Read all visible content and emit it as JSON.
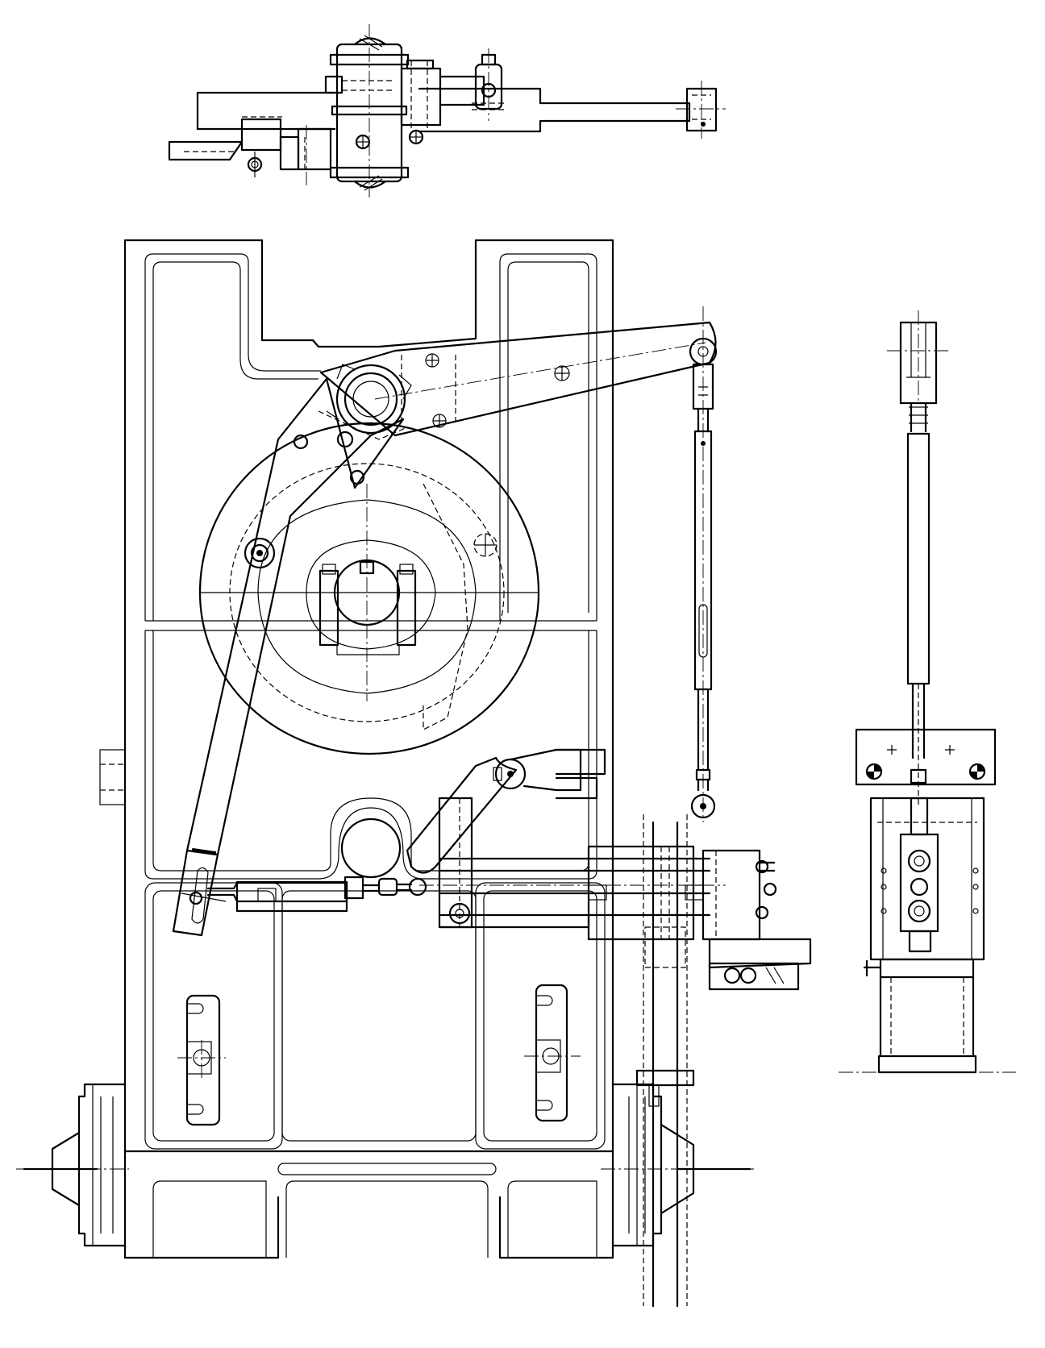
{
  "drawing": {
    "type": "mechanical engineering line drawing",
    "views": [
      "top-view",
      "front-view",
      "side-view"
    ],
    "colors": {
      "line": "#000000",
      "background": "#ffffff"
    },
    "visible_text": []
  }
}
